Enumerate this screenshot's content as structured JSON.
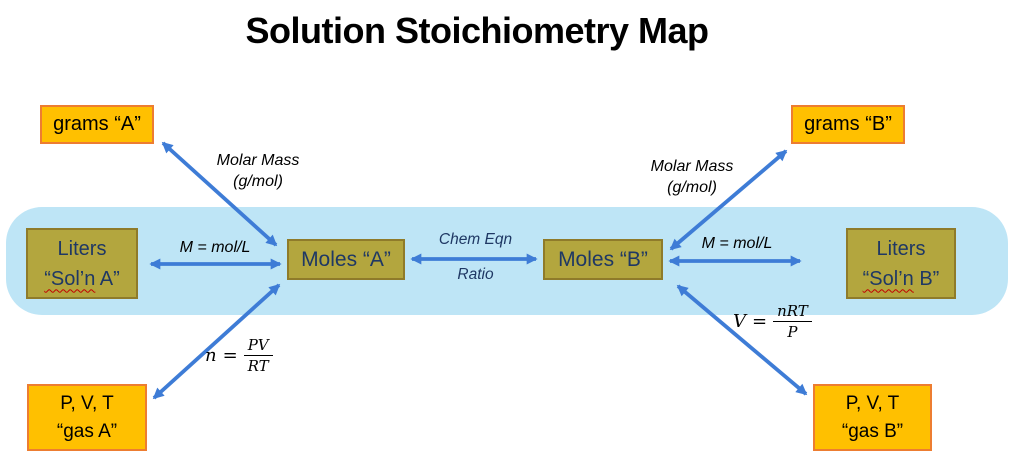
{
  "title": "Solution Stoichiometry Map",
  "boxes": {
    "grams_a": "grams “A”",
    "grams_b": "grams “B”",
    "liters_a": {
      "line1": "Liters",
      "line2_marked": "“Sol’n",
      "line2_rest": " A”"
    },
    "liters_b": {
      "line1": "Liters",
      "line2_marked": "“Sol’n",
      "line2_rest": " B”"
    },
    "moles_a": "Moles “A”",
    "moles_b": "Moles “B”",
    "gas_a": {
      "line1": "P, V, T",
      "line2": "“gas A”"
    },
    "gas_b": {
      "line1": "P, V, T",
      "line2": "“gas B”"
    }
  },
  "labels": {
    "molar_mass_left": {
      "line1": "Molar Mass",
      "line2": "(g/mol)"
    },
    "molar_mass_right": {
      "line1": "Molar Mass",
      "line2": "(g/mol)"
    },
    "molarity_left": "M = mol/L",
    "molarity_right": "M = mol/L",
    "chem_eqn": {
      "line1": "Chem Eqn",
      "line2": "Ratio"
    },
    "ideal_gas_left": {
      "lhs": "n",
      "eq": "=",
      "numerator": "PV",
      "denominator": "RT"
    },
    "ideal_gas_right": {
      "lhs": "V",
      "eq": "=",
      "numerator": "nRT",
      "denominator": "P"
    }
  },
  "colors": {
    "band_blue": "#BEE5F6",
    "arrow_blue": "#3E7CD6",
    "gold_fill": "#FFC000",
    "gold_border": "#ED7D31",
    "olive_fill": "#B3A63E",
    "olive_border": "#8F7B2A",
    "navy_text": "#1F3864",
    "squiggle_red": "#C00000"
  }
}
